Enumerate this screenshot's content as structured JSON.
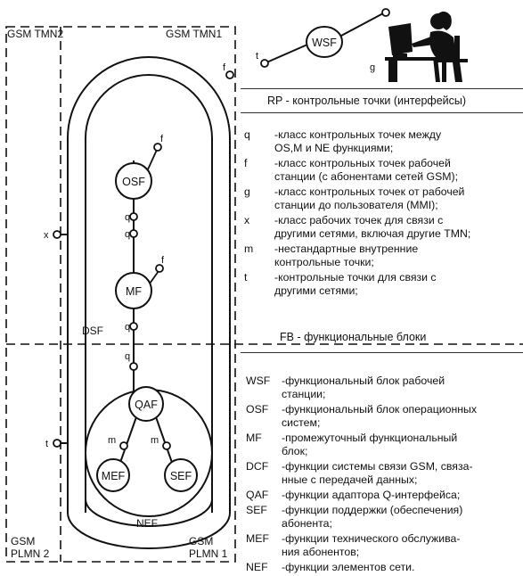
{
  "domains": {
    "gsm_tmn2": "GSM TMN2",
    "gsm_tmn1": "GSM TMN1",
    "dsf": "DSF",
    "nef": "NEF",
    "gsm_plmn2_line1": "GSM",
    "gsm_plmn2_line2": "PLMN 2",
    "gsm_plmn1_line1": "GSM",
    "gsm_plmn1_line2": "PLMN 1"
  },
  "nodes": {
    "wsf": "WSF",
    "osf": "OSF",
    "mf": "MF",
    "qaf": "QAF",
    "mef": "MEF",
    "sef": "SEF"
  },
  "points": {
    "f_top": "f",
    "f_osf": "f",
    "f_mf": "f",
    "t_wsf": "t",
    "g_wsf": "g",
    "x_left": "x",
    "t_left": "t",
    "q1": "q",
    "q2": "q",
    "q3": "q",
    "q4": "q",
    "m1": "m",
    "m2": "m"
  },
  "rp_legend": {
    "title": "RP - контрольные точки (интерфейсы)",
    "items": [
      {
        "key": "q",
        "lines": [
          "-класс контрольных точек между",
          "OS,M и NE функциями;"
        ]
      },
      {
        "key": "f",
        "lines": [
          "-класс контрольных точек рабочей",
          "станции (с абонентами сетей GSM);"
        ]
      },
      {
        "key": "g",
        "lines": [
          "-класс контрольных точек от рабочей",
          "станции до пользователя (MMI);"
        ]
      },
      {
        "key": "x",
        "lines": [
          "-класс рабочих точек для связи с",
          "другими сетями, включая другие TMN;"
        ]
      },
      {
        "key": "m",
        "lines": [
          "-нестандартные внутренние",
          "контрольные точки;"
        ]
      },
      {
        "key": "t",
        "lines": [
          "-контрольные точки для связи с",
          "другими сетями;"
        ]
      }
    ]
  },
  "fb_legend": {
    "title": "FB - функциональные блоки",
    "items": [
      {
        "key": "WSF",
        "lines": [
          "-функциональный блок рабочей",
          "станции;"
        ]
      },
      {
        "key": "OSF",
        "lines": [
          "-функциональный блок операционных",
          "систем;"
        ]
      },
      {
        "key": "MF",
        "lines": [
          "-промежуточный функциональный",
          "блок;"
        ]
      },
      {
        "key": "DCF",
        "lines": [
          "-функции системы связи GSM, связа-",
          "нные с передачей данных;"
        ]
      },
      {
        "key": "QAF",
        "lines": [
          "-функции адаптора Q-интерфейса;"
        ]
      },
      {
        "key": "SEF",
        "lines": [
          "-функции поддержки (обеспечения)",
          "абонента;"
        ]
      },
      {
        "key": "MEF",
        "lines": [
          "-функции технического обслужива-",
          "ния абонентов;"
        ]
      },
      {
        "key": "NEF",
        "lines": [
          "-функции элементов сети."
        ]
      }
    ]
  }
}
